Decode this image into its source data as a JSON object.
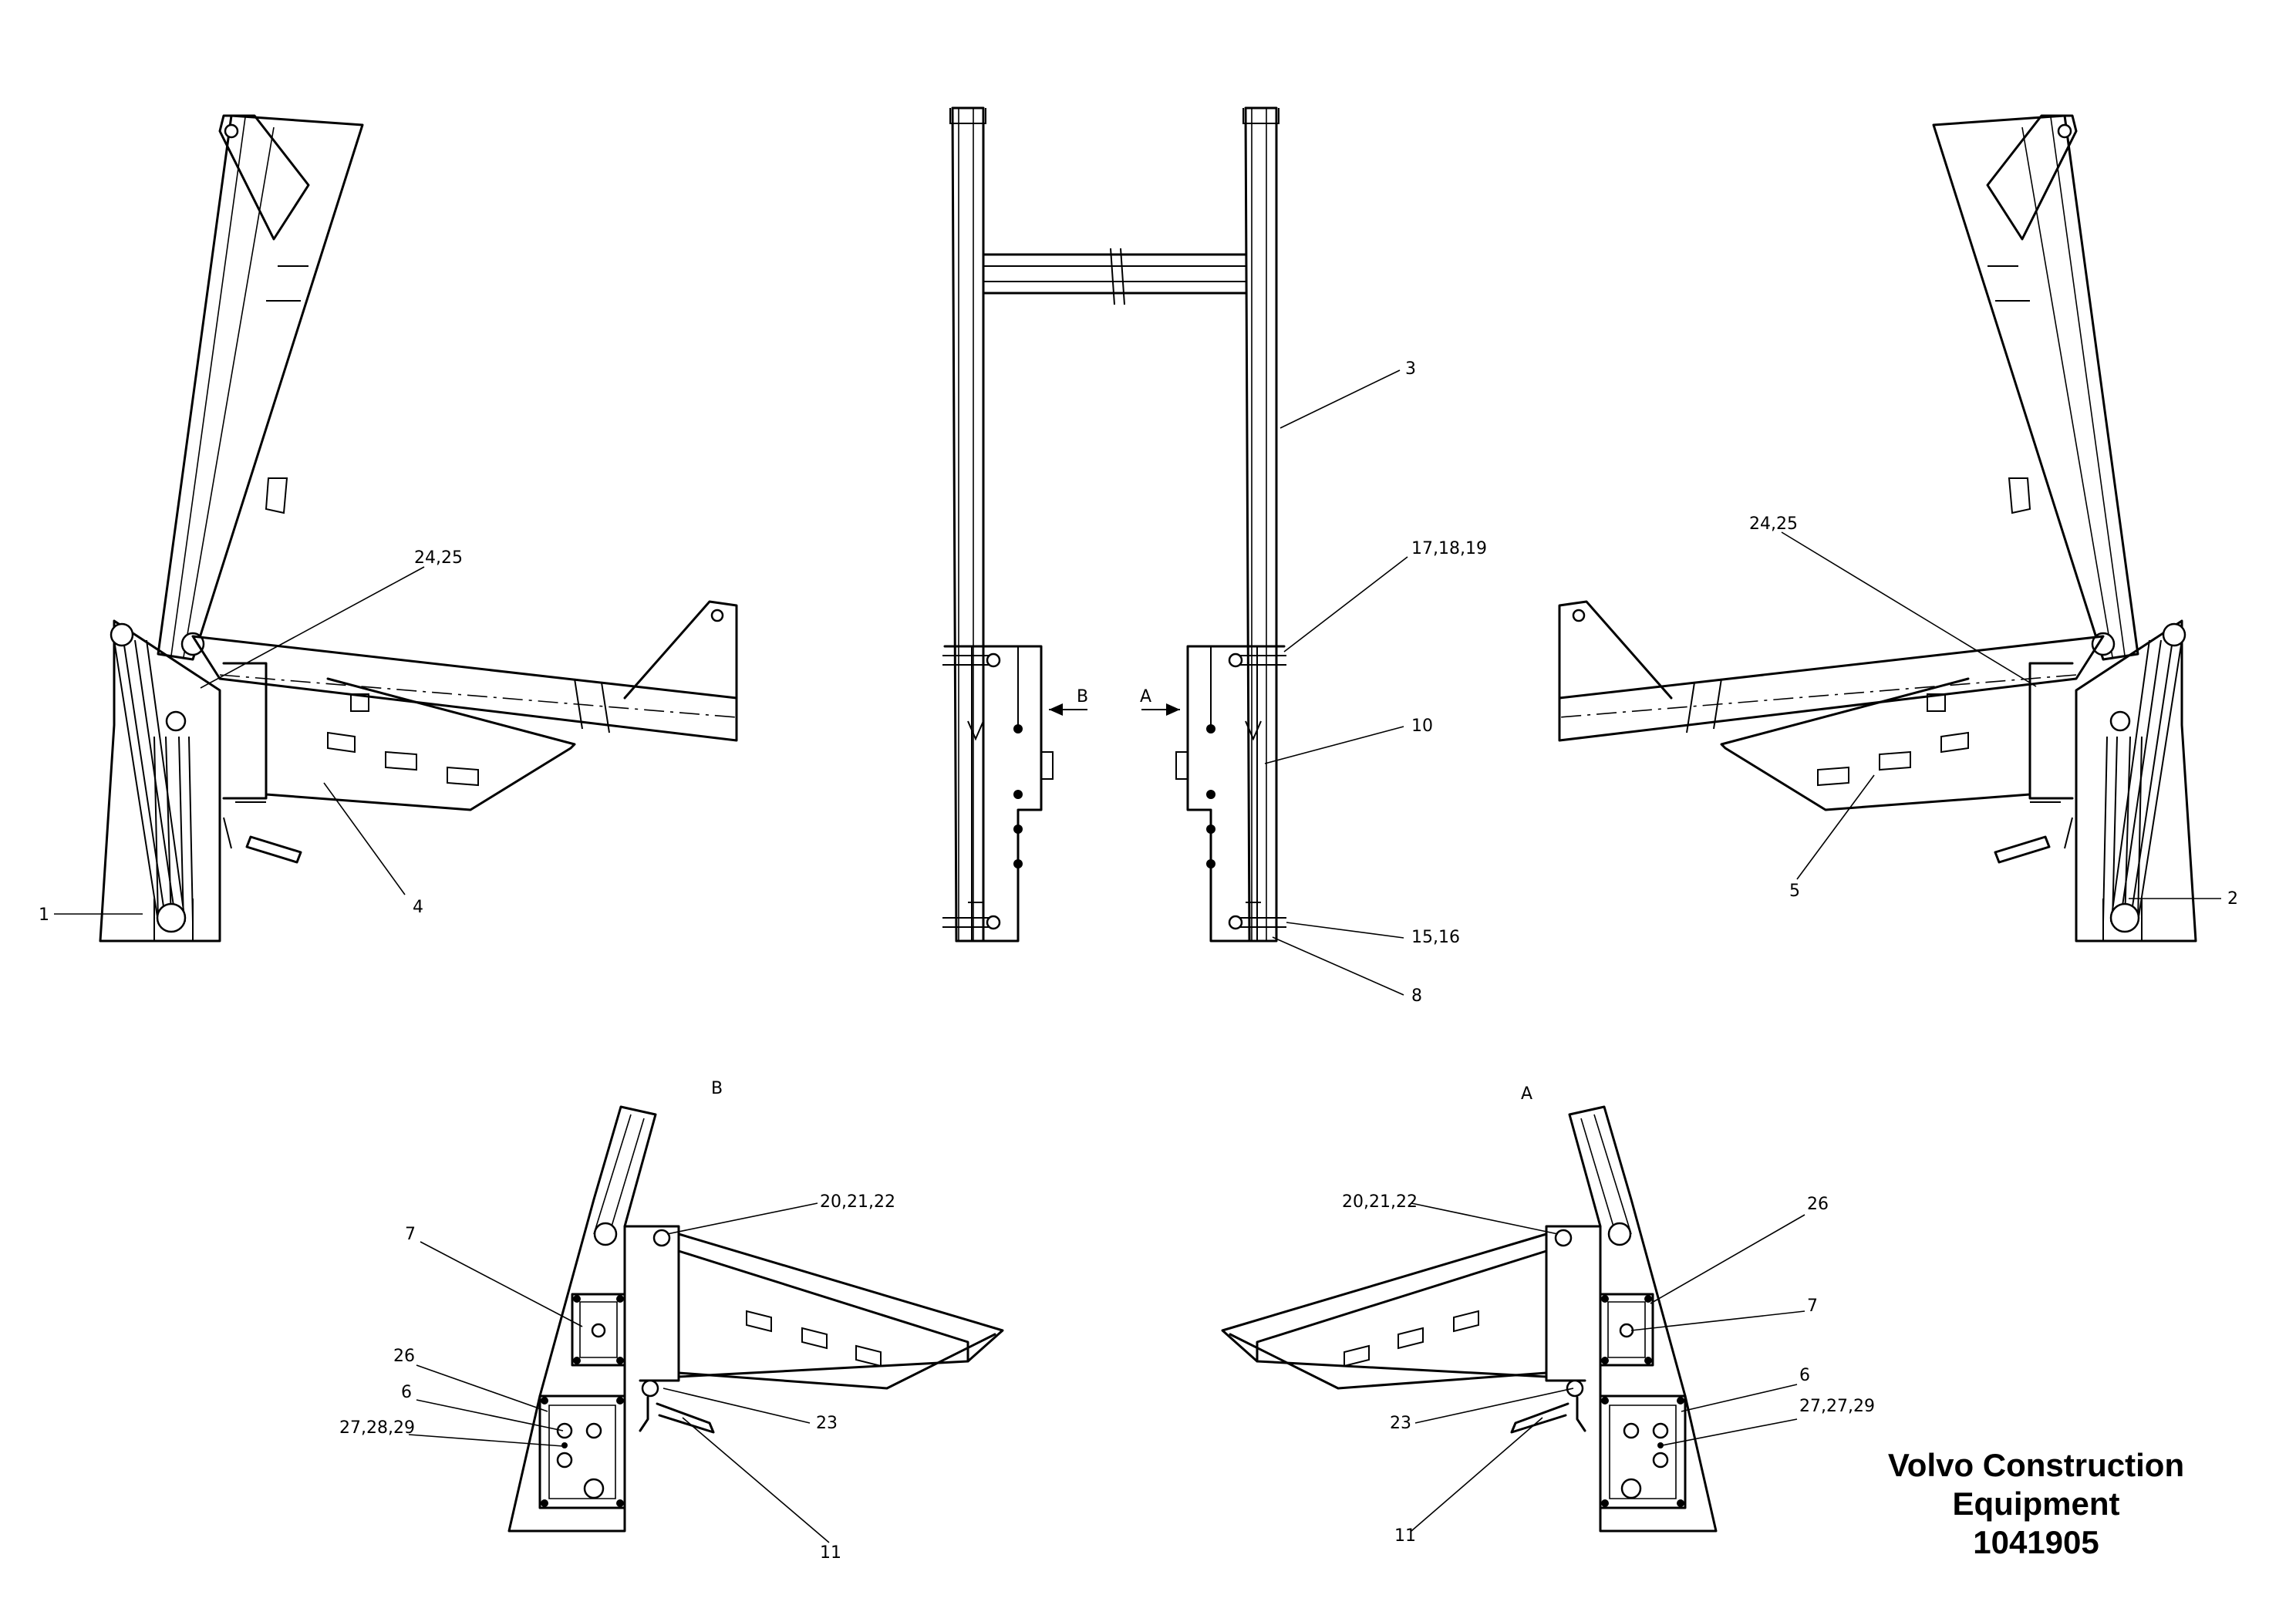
{
  "title_block": {
    "company_line1": "Volvo Construction",
    "company_line2": "Equipment",
    "drawing_number": "1041905"
  },
  "view_labels": {
    "arrow_b": "B",
    "arrow_a": "A",
    "view_b_title": "B",
    "view_a_title": "A"
  },
  "callouts": {
    "c1": "1",
    "c2": "2",
    "c3": "3",
    "c4": "4",
    "c5": "5",
    "c8": "8",
    "c10": "10",
    "c15_16": "15,16",
    "c17_18_19": "17,18,19",
    "c24_25_left": "24,25",
    "c24_25_right": "24,25",
    "b_c7": "7",
    "b_c26": "26",
    "b_c6": "6",
    "b_c27_28_29": "27,28,29",
    "b_c20_21_22": "20,21,22",
    "b_c23": "23",
    "b_c11": "11",
    "a_c20_21_22": "20,21,22",
    "a_c26": "26",
    "a_c7": "7",
    "a_c6": "6",
    "a_c27_27_29": "27,27,29",
    "a_c23": "23",
    "a_c11": "11"
  }
}
